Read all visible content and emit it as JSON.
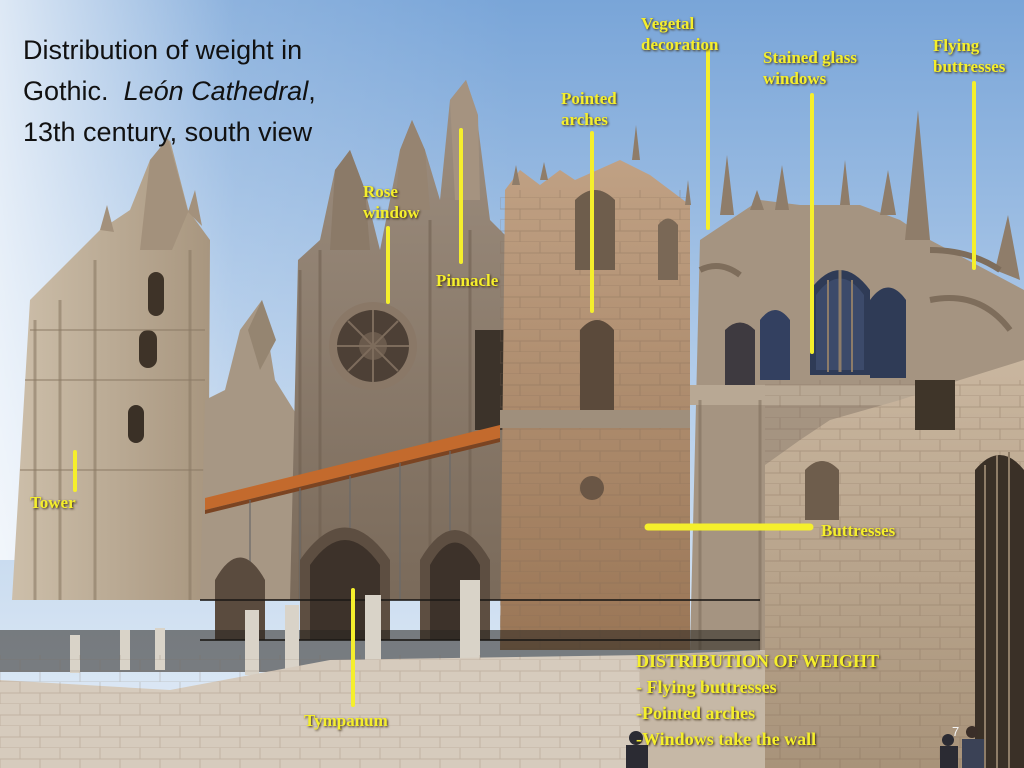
{
  "slide": {
    "title_line1": "Distribution of weight in",
    "title_line2_prefix": "Gothic.",
    "title_line2_italic": "León Cathedral",
    "title_line2_suffix": ",",
    "title_line3": "13th century, south view",
    "page_number": "7"
  },
  "labels": {
    "vegetal_1": "Vegetal",
    "vegetal_2": "decoration",
    "stained_1": "Stained glass",
    "stained_2": "windows",
    "flying_1": "Flying",
    "flying_2": "buttresses",
    "pointed_1": "Pointed",
    "pointed_2": "arches",
    "rose_1": "Rose",
    "rose_2": "window",
    "pinnacle": "Pinnacle",
    "tower": "Tower",
    "buttresses": "Buttresses",
    "tympanum": "Tympanum"
  },
  "annotation": {
    "heading": "DISTRIBUTION OF WEIGHT",
    "items": [
      "- Flying buttresses",
      "-Pointed arches",
      "-Windows take the wall"
    ]
  },
  "colors": {
    "label_yellow": "#f5ef2c",
    "sky_top": "#7ba6d9",
    "sky_bottom": "#dde9f5",
    "stone": "#b29d84"
  }
}
